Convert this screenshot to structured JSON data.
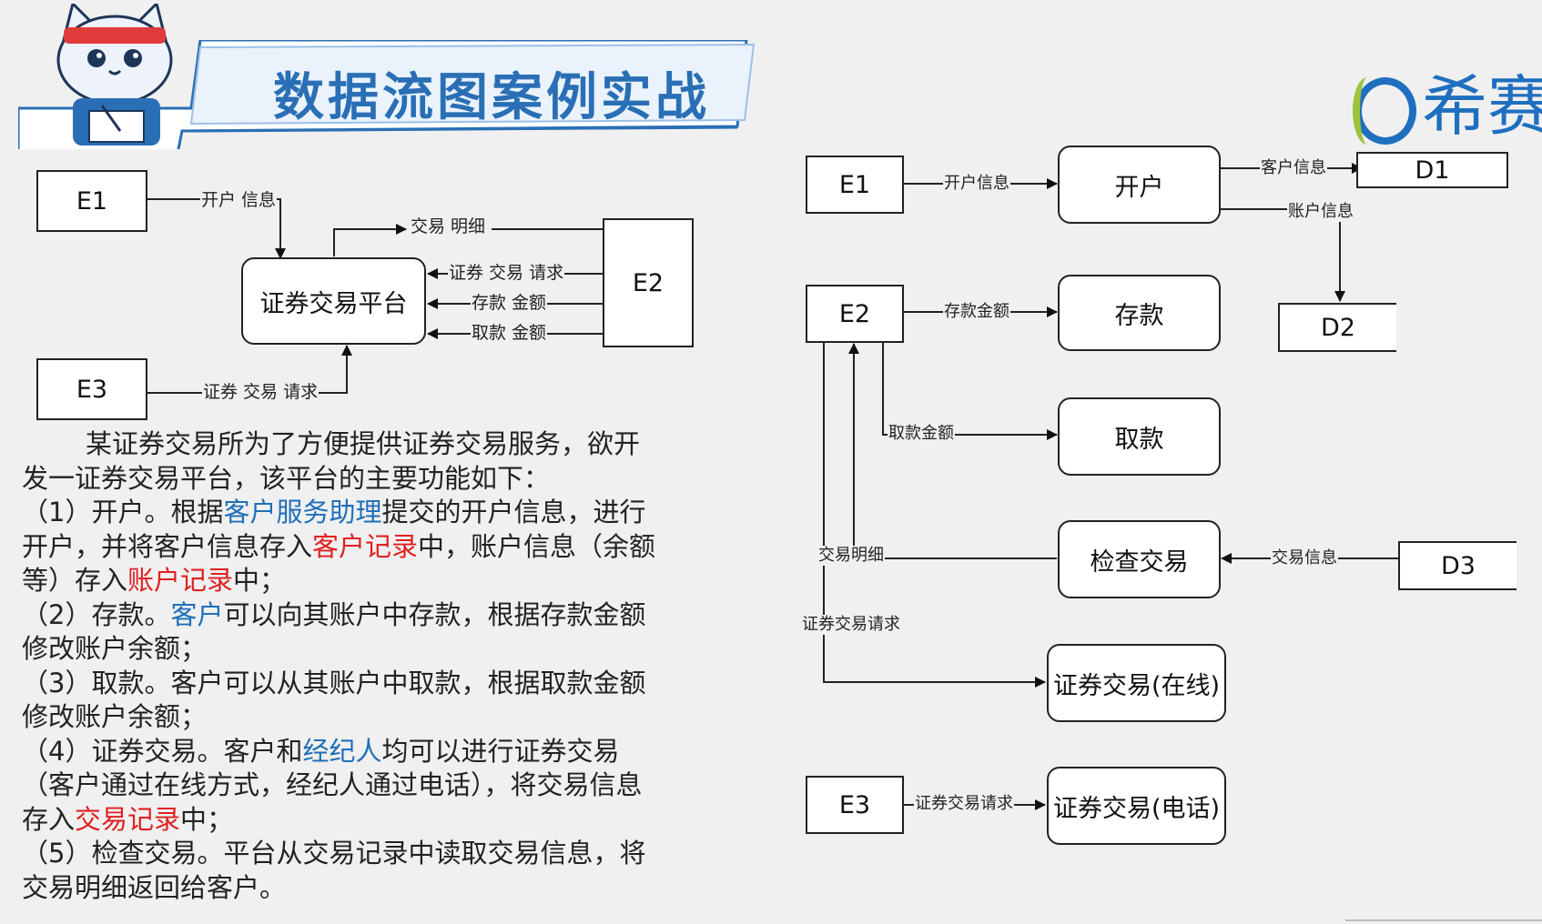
{
  "title": "数据流图案例实战",
  "logo_text": "希赛",
  "colors": {
    "title_blue": "#2a6fb5",
    "highlight_blue": "#1e6fb8",
    "highlight_red": "#e02020",
    "logo_blue": "#1f6fbf",
    "logo_green": "#9bc43b"
  },
  "context_diagram": {
    "e1": "E1",
    "e2": "E2",
    "e3": "E3",
    "process": "证券交易平台",
    "flows": {
      "e1_open_info": "开户 信息",
      "trade_detail": "交易 明细",
      "trade_request_e2": "证券 交易 请求",
      "deposit_amount": "存款 金额",
      "withdraw_amount": "取款 金额",
      "trade_request_e3": "证券 交易 请求"
    }
  },
  "level1_diagram": {
    "e1": "E1",
    "e2": "E2",
    "e3": "E3",
    "p_open": "开户",
    "p_deposit": "存款",
    "p_withdraw": "取款",
    "p_check": "检查交易",
    "p_online": "证券交易(在线)",
    "p_phone": "证券交易(电话)",
    "d1": "D1",
    "d2": "D2",
    "d3": "D3",
    "flows": {
      "open_info": "开户信息",
      "customer_info": "客户信息",
      "account_info": "账户信息",
      "deposit_amount": "存款金额",
      "withdraw_amount": "取款金额",
      "trade_detail": "交易明细",
      "trade_info": "交易信息",
      "trade_request": "证券交易请求",
      "trade_request_phone": "证券交易请求"
    }
  },
  "description": {
    "intro_1": "某证券交易所为了方便提供证券交易服务，欲开",
    "intro_2": "发一证券交易平台，该平台的主要功能如下：",
    "f1_a": "（1）开户。根据",
    "f1_hl1": "客户服务助理",
    "f1_b": "提交的开户信息，进行",
    "f1_c": "开户，并将客户信息存入",
    "f1_hl2": "客户记录",
    "f1_d": "中，账户信息（余额",
    "f1_e": "等）存入",
    "f1_hl3": "账户记录",
    "f1_f": "中；",
    "f2_a": "（2）存款。",
    "f2_hl": "客户",
    "f2_b": "可以向其账户中存款，根据存款金额",
    "f2_c": "修改账户余额；",
    "f3_a": "（3）取款。客户可以从其账户中取款，根据取款金额",
    "f3_b": "修改账户余额；",
    "f4_a": "（4）证券交易。客户和",
    "f4_hl": "经纪人",
    "f4_b": "均可以进行证券交易",
    "f4_c": "（客户通过在线方式，经纪人通过电话），将交易信息",
    "f4_d": "存入",
    "f4_hl2": "交易记录",
    "f4_e": "中；",
    "f5_a": "（5）检查交易。平台从交易记录中读取交易信息，将",
    "f5_b": "交易明细返回给客户。"
  }
}
